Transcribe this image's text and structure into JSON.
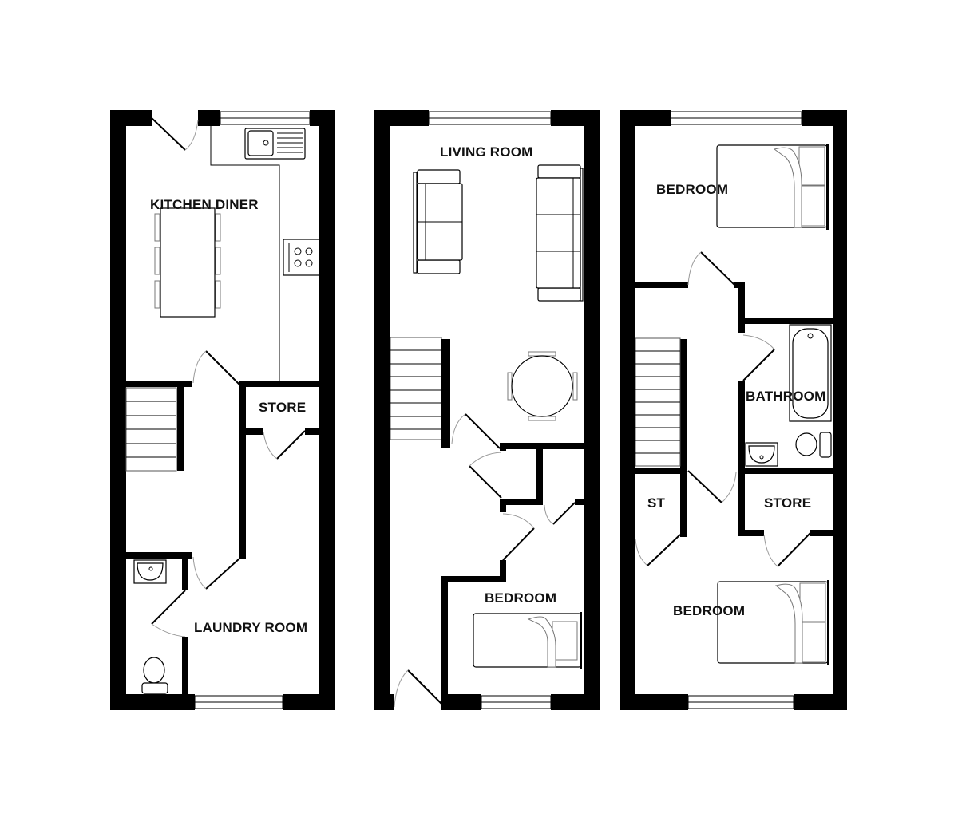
{
  "floorplan": {
    "background": "#ffffff",
    "wall_color": "#000000",
    "floors": [
      {
        "name": "ground-floor",
        "rooms": [
          {
            "id": "kitchen-diner",
            "label": "KITCHEN DINER"
          },
          {
            "id": "store",
            "label": "STORE"
          },
          {
            "id": "laundry-room",
            "label": "LAUNDRY ROOM"
          }
        ]
      },
      {
        "name": "first-floor",
        "rooms": [
          {
            "id": "living-room",
            "label": "LIVING ROOM"
          },
          {
            "id": "bedroom",
            "label": "BEDROOM"
          }
        ]
      },
      {
        "name": "second-floor",
        "rooms": [
          {
            "id": "bedroom-top",
            "label": "BEDROOM"
          },
          {
            "id": "bathroom",
            "label": "BATHROOM"
          },
          {
            "id": "st",
            "label": "ST"
          },
          {
            "id": "store",
            "label": "STORE"
          },
          {
            "id": "bedroom-bottom",
            "label": "BEDROOM"
          }
        ]
      }
    ]
  }
}
